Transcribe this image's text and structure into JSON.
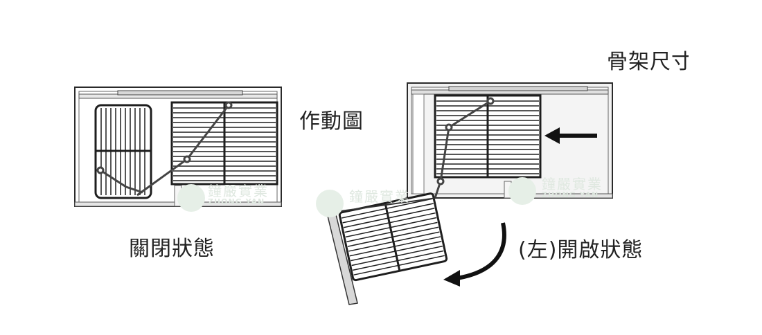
{
  "labels": {
    "corner": "骨架尺寸",
    "motion": "作動圖",
    "closed": "關閉狀態",
    "open": "(左)開啟狀態"
  },
  "watermark": {
    "cn": "鐘嚴實業",
    "en": "ZHONG YAN"
  },
  "colors": {
    "line": "#2a2a2a",
    "frame_fill": "#f2f2f2",
    "watermark": "#dfe8e0"
  }
}
